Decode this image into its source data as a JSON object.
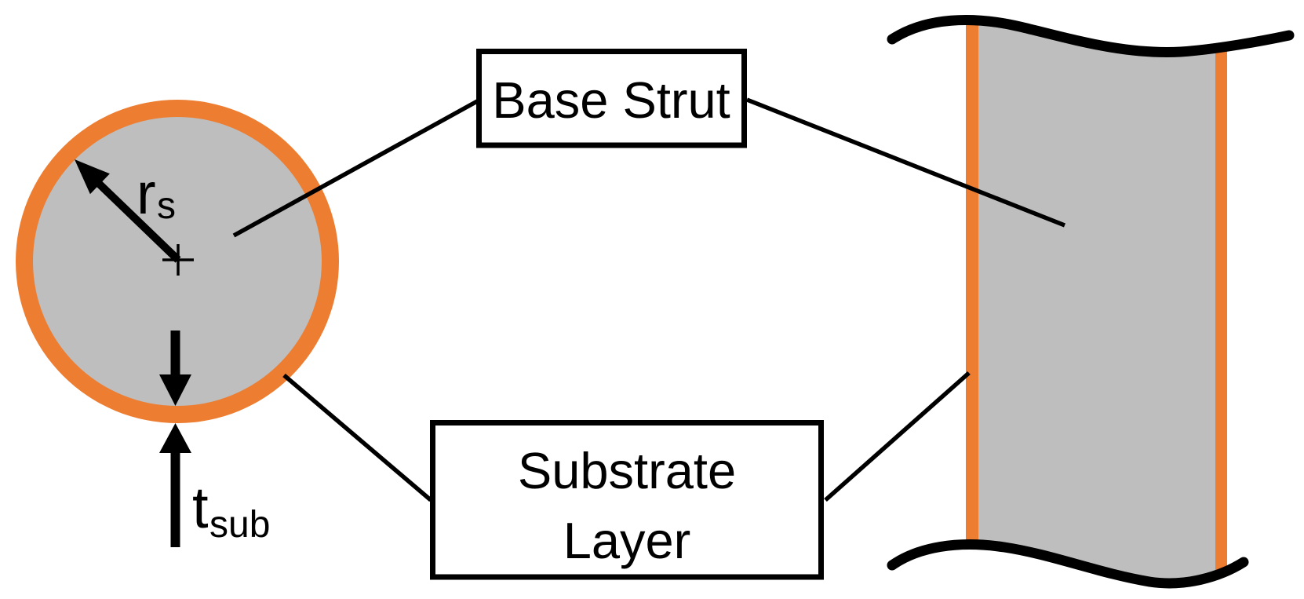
{
  "diagram": {
    "callouts": {
      "base_strut": "Base Strut",
      "substrate_line1": "Substrate",
      "substrate_line2": "Layer"
    },
    "symbols": {
      "radius_main": "r",
      "radius_sub": "s",
      "thickness_main": "t",
      "thickness_sub": "sub"
    },
    "colors": {
      "substrate_orange": "#ED7D31",
      "strut_gray": "#BEBEBE",
      "outline_black": "#000000",
      "background_white": "#FFFFFF"
    }
  }
}
